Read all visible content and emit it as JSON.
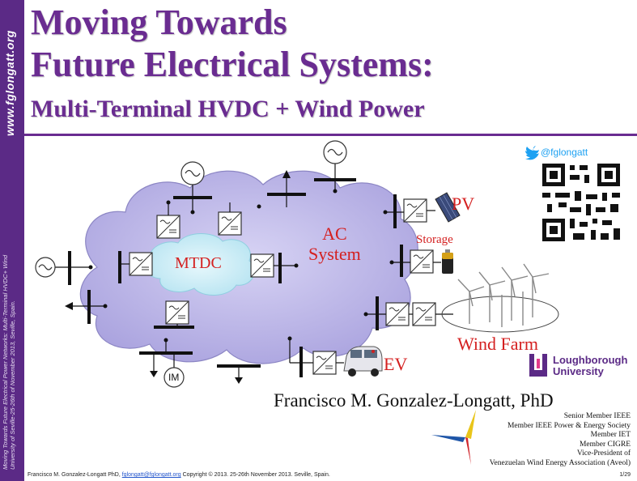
{
  "sidebar": {
    "url": "www.fglongatt.org",
    "caption": "Moving Towards Future Electrical Power Networks: Multi-Terminal HVDC+ Wind University of Seville-25-26th of November 2013, Seville, Spain."
  },
  "title": {
    "line1": "Moving Towards",
    "line2": "Future Electrical Systems:",
    "line3": "Multi-Terminal HVDC + Wind Power"
  },
  "diagram": {
    "ac_line1": "AC",
    "ac_line2": "System",
    "mtdc": "MTDC",
    "pv": "PV",
    "storage": "Storage",
    "wind_farm": "Wind Farm",
    "ev": "EV",
    "im": "IM"
  },
  "twitter": "@fglongatt",
  "logo": {
    "line1": "Loughborough",
    "line2": "University"
  },
  "author": "Francisco M. Gonzalez-Longatt, PhD",
  "credentials": [
    "Senior Member IEEE",
    "Member  IEEE Power & Energy Society",
    "Member IET",
    "Member CIGRE",
    "Vice-President of",
    "Venezuelan Wind Energy Association (Aveol)"
  ],
  "footer": {
    "name": "Francisco M. Gonzalez-Longatt PhD,",
    "email": "fglongatt@fglongatt.org",
    "copyright": "Copyright © 2013.  25-26th November 2013. Seville, Spain."
  },
  "page_number": "1/29",
  "colors": {
    "purple": "#6a2c91",
    "sidebar": "#5b2a86",
    "label_red": "#d42020",
    "cloud": "#b9b4e6",
    "mtdc_cloud": "#cdeef7"
  }
}
